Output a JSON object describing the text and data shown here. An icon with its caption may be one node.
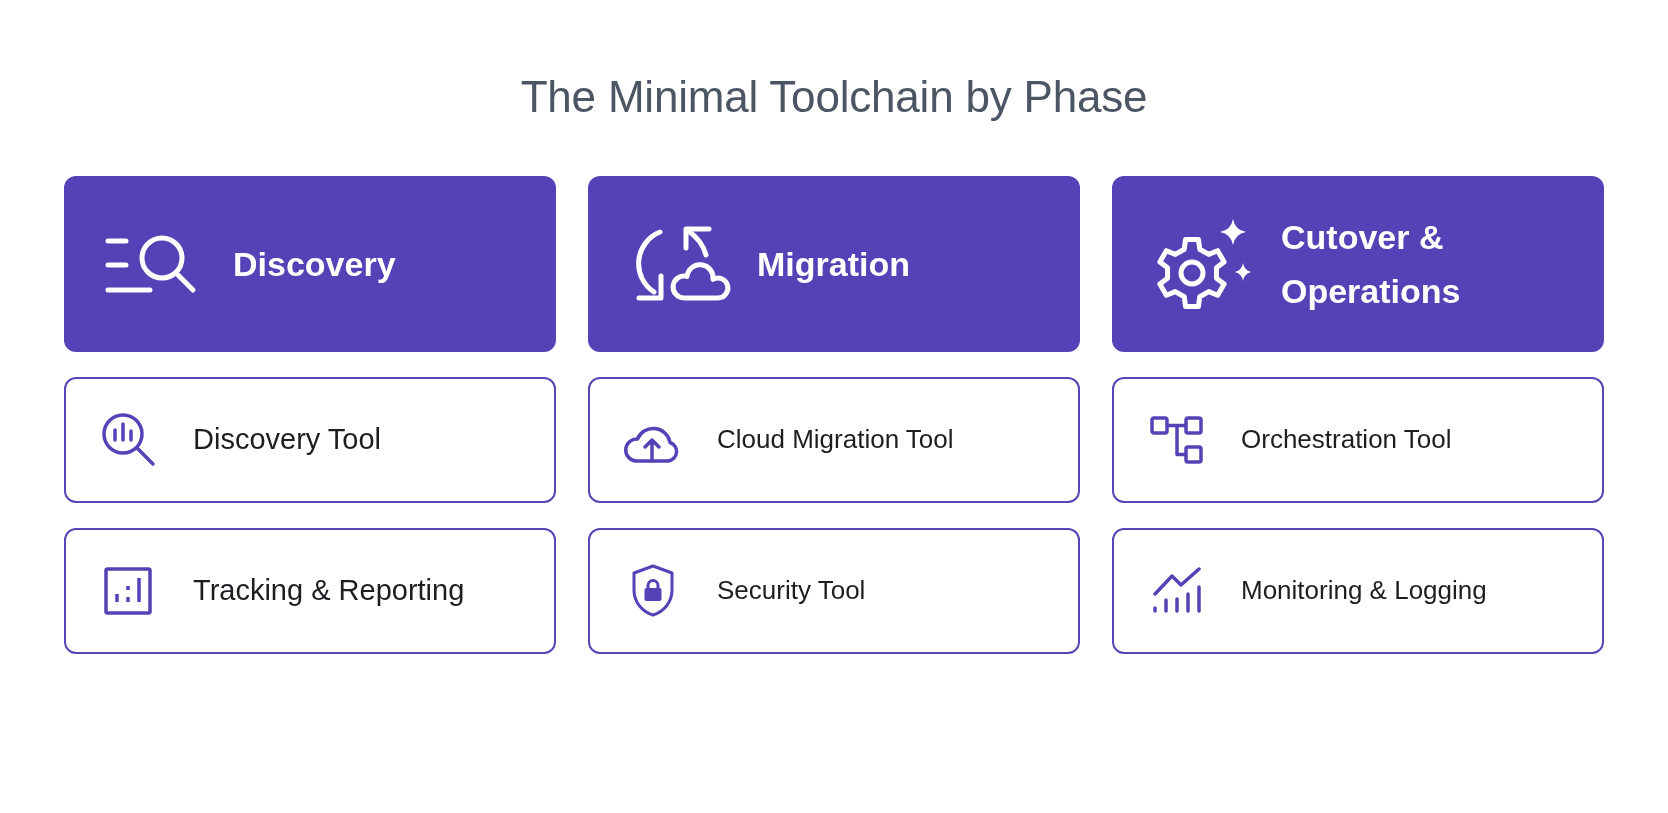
{
  "diagram": {
    "title": "The Minimal Toolchain by Phase",
    "nodes": [
      {
        "text": [
          "Discovery"
        ]
      },
      {
        "text": [
          "Migration"
        ]
      },
      {
        "text": [
          "Cutover & Operations"
        ]
      },
      {
        "text": [
          "Discovery Tool"
        ]
      },
      {
        "text": [
          "Cloud Migration Tool"
        ]
      },
      {
        "text": [
          "Orchestration Tool"
        ]
      },
      {
        "text": [
          "Tracking & Reporting"
        ]
      },
      {
        "text": [
          "Security Tool"
        ]
      },
      {
        "text": [
          "Monitoring & Logging"
        ]
      }
    ]
  }
}
